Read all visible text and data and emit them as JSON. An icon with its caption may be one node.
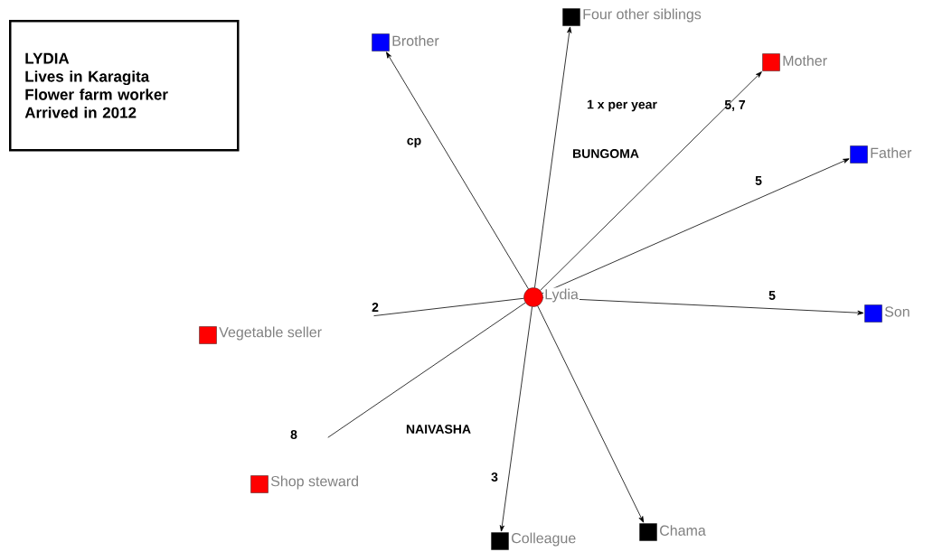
{
  "diagram": {
    "nodes": [
      {
        "text": [
          "LYDIA",
          "Lives in Karagita",
          "Flower farm worker",
          "Arrived in 2012"
        ]
      },
      {
        "text": [
          "Brother"
        ]
      },
      {
        "text": [
          "Four other siblings"
        ]
      },
      {
        "text": [
          "Mother"
        ]
      },
      {
        "text": [
          "Father"
        ]
      },
      {
        "text": [
          "Lydia"
        ]
      },
      {
        "text": [
          "Son"
        ]
      },
      {
        "text": [
          "Vegetable seller"
        ]
      },
      {
        "text": [
          "Shop steward"
        ]
      },
      {
        "text": [
          "Colleague"
        ]
      },
      {
        "text": [
          "Chama"
        ]
      }
    ],
    "edges": [
      {
        "from": 5,
        "to": 1,
        "arrow": "to",
        "label": "cp"
      },
      {
        "from": 5,
        "to": 2,
        "arrow": "to",
        "label": "1 x per year"
      },
      {
        "from": 5,
        "to": 3,
        "arrow": "to",
        "label": "5, 7"
      },
      {
        "from": 5,
        "to": 4,
        "arrow": "to",
        "label": "5"
      },
      {
        "from": 5,
        "to": 6,
        "arrow": "to",
        "label": "5"
      },
      {
        "from": 5,
        "to": 7,
        "arrow": "none",
        "label": "2"
      },
      {
        "from": 5,
        "to": 8,
        "arrow": "none",
        "label": "8"
      },
      {
        "from": 5,
        "to": 9,
        "arrow": "to",
        "label": "3"
      },
      {
        "from": 5,
        "to": 10,
        "arrow": "to"
      }
    ],
    "labels": [
      "BUNGOMA",
      "NAIVASHA"
    ]
  }
}
